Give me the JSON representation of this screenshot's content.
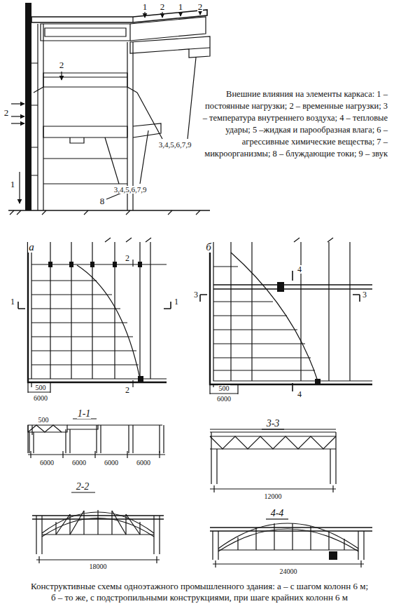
{
  "diagram": {
    "caption": "Конструктивные схемы одноэтажного промышленного здания: а – с шагом колонн 6 м; б – то же, с подстропильными конструкциями, при шаге крайних колонн 6 м",
    "labels": [
      "Внешние влияния на элементы каркаса: 1 –постоянные нагрузки; 2 – временные нагрузки; 3 – температура внутреннего воздуха; 4 – тепловые удары; 5 –жидкая и парообразная влага; 6 – агрессивные химические вещества; 7 – микроорганизмы; 8 – блуждающие токи; 9 – звук",
      "1",
      "2",
      "1",
      "2",
      "2",
      "2",
      "1",
      "3,4,5,6,7,9",
      "3,4,5,6,7,9",
      "8",
      "а",
      "1",
      "1",
      "2",
      "2",
      "500",
      "6000",
      "1-1",
      "500",
      "6000",
      "6000",
      "6000",
      "6000",
      "2-2",
      "18000",
      "б",
      "4",
      "4",
      "3",
      "3",
      "500",
      "6000",
      "3-3",
      "12000",
      "4-4",
      "24000"
    ]
  }
}
